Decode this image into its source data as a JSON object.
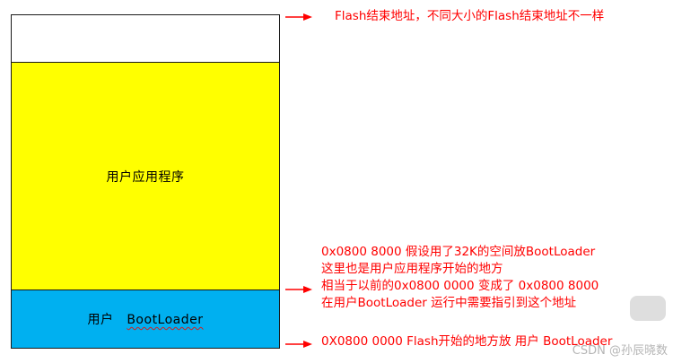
{
  "blocks": {
    "top_label": "",
    "app_label": "用户应用程序",
    "boot_prefix": "用户",
    "boot_word": "BootLoader"
  },
  "annotations": {
    "flash_end": "Flash结束地址，不同大小的Flash结束地址不一样",
    "app_start_lines": [
      "0x0800 8000 假设用了32K的空间放BootLoader",
      "这里也是用户应用程序开始的地方",
      "相当于以前的0x0800 0000 变成了 0x0800 8000",
      "在用户BootLoader 运行中需要指引到这个地址"
    ],
    "flash_start": "0X0800 0000 Flash开始的地方放 用户 BootLoader"
  },
  "watermark": "CSDN @孙辰晓数",
  "colors": {
    "app_block": "#ffff00",
    "boot_block": "#00b0f0",
    "annotation_text": "#ff0000",
    "arrow": "#ff0000"
  }
}
